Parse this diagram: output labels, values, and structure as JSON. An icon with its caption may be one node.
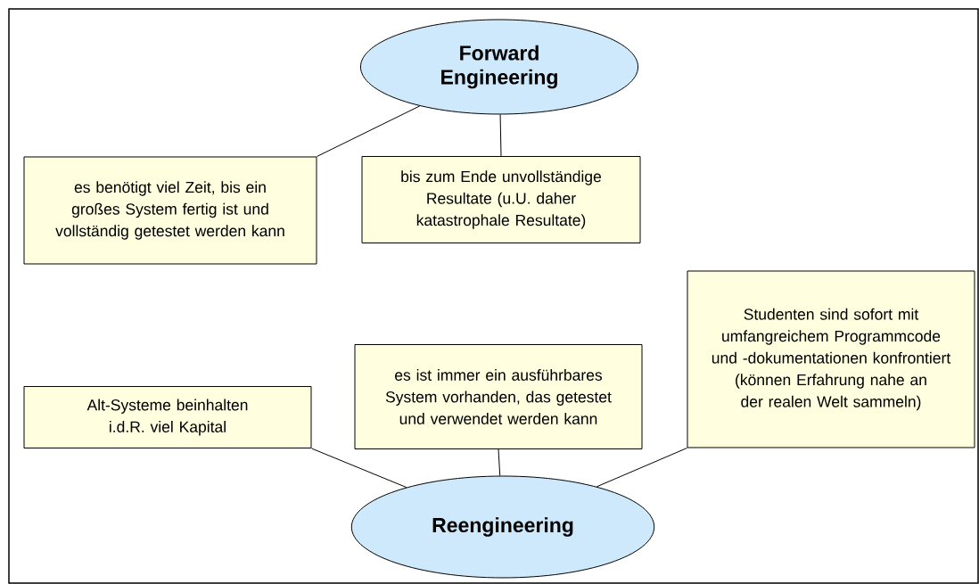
{
  "diagram": {
    "nodes": [
      {
        "text": [
          "Forward Engineering"
        ]
      },
      {
        "text": [
          "es benötigt viel Zeit, bis ein großes System fertig ist und vollständig getestet werden kann"
        ]
      },
      {
        "text": [
          "bis zum Ende unvollständige Resultate (u.U. daher katastrophale Resultate)"
        ]
      },
      {
        "text": [
          "Reengineering"
        ]
      },
      {
        "text": [
          "Alt-Systeme beinhalten i.d.R. viel Kapital"
        ]
      },
      {
        "text": [
          "es ist immer ein ausführbares System vorhanden, das getestet und verwendet werden kann"
        ]
      },
      {
        "text": [
          "Studenten sind sofort mit umfangreichem Programmcode und -dokumentationen konfrontiert (können Erfahrung nahe an der realen Welt sammeln)"
        ]
      }
    ],
    "edges": [
      {
        "from": 0,
        "to": 1,
        "arrow": "none"
      },
      {
        "from": 0,
        "to": 2,
        "arrow": "none"
      },
      {
        "from": 3,
        "to": 4,
        "arrow": "none"
      },
      {
        "from": 3,
        "to": 5,
        "arrow": "none"
      },
      {
        "from": 3,
        "to": 6,
        "arrow": "none"
      }
    ]
  }
}
